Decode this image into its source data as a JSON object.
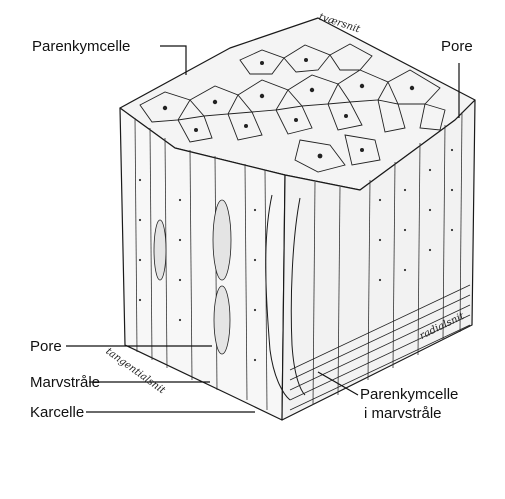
{
  "labels": {
    "parenchyma_top": "Parenkymcelle",
    "pore_top": "Pore",
    "pore_left": "Pore",
    "ray": "Marvstråle",
    "vessel": "Karcelle",
    "parenchyma_ray_line1": "Parenkymcelle",
    "parenchyma_ray_line2": "i marvstråle"
  },
  "section_labels": {
    "transverse": "tværsnit",
    "tangential": "tangentialsnit",
    "radial": "radialsnit"
  }
}
